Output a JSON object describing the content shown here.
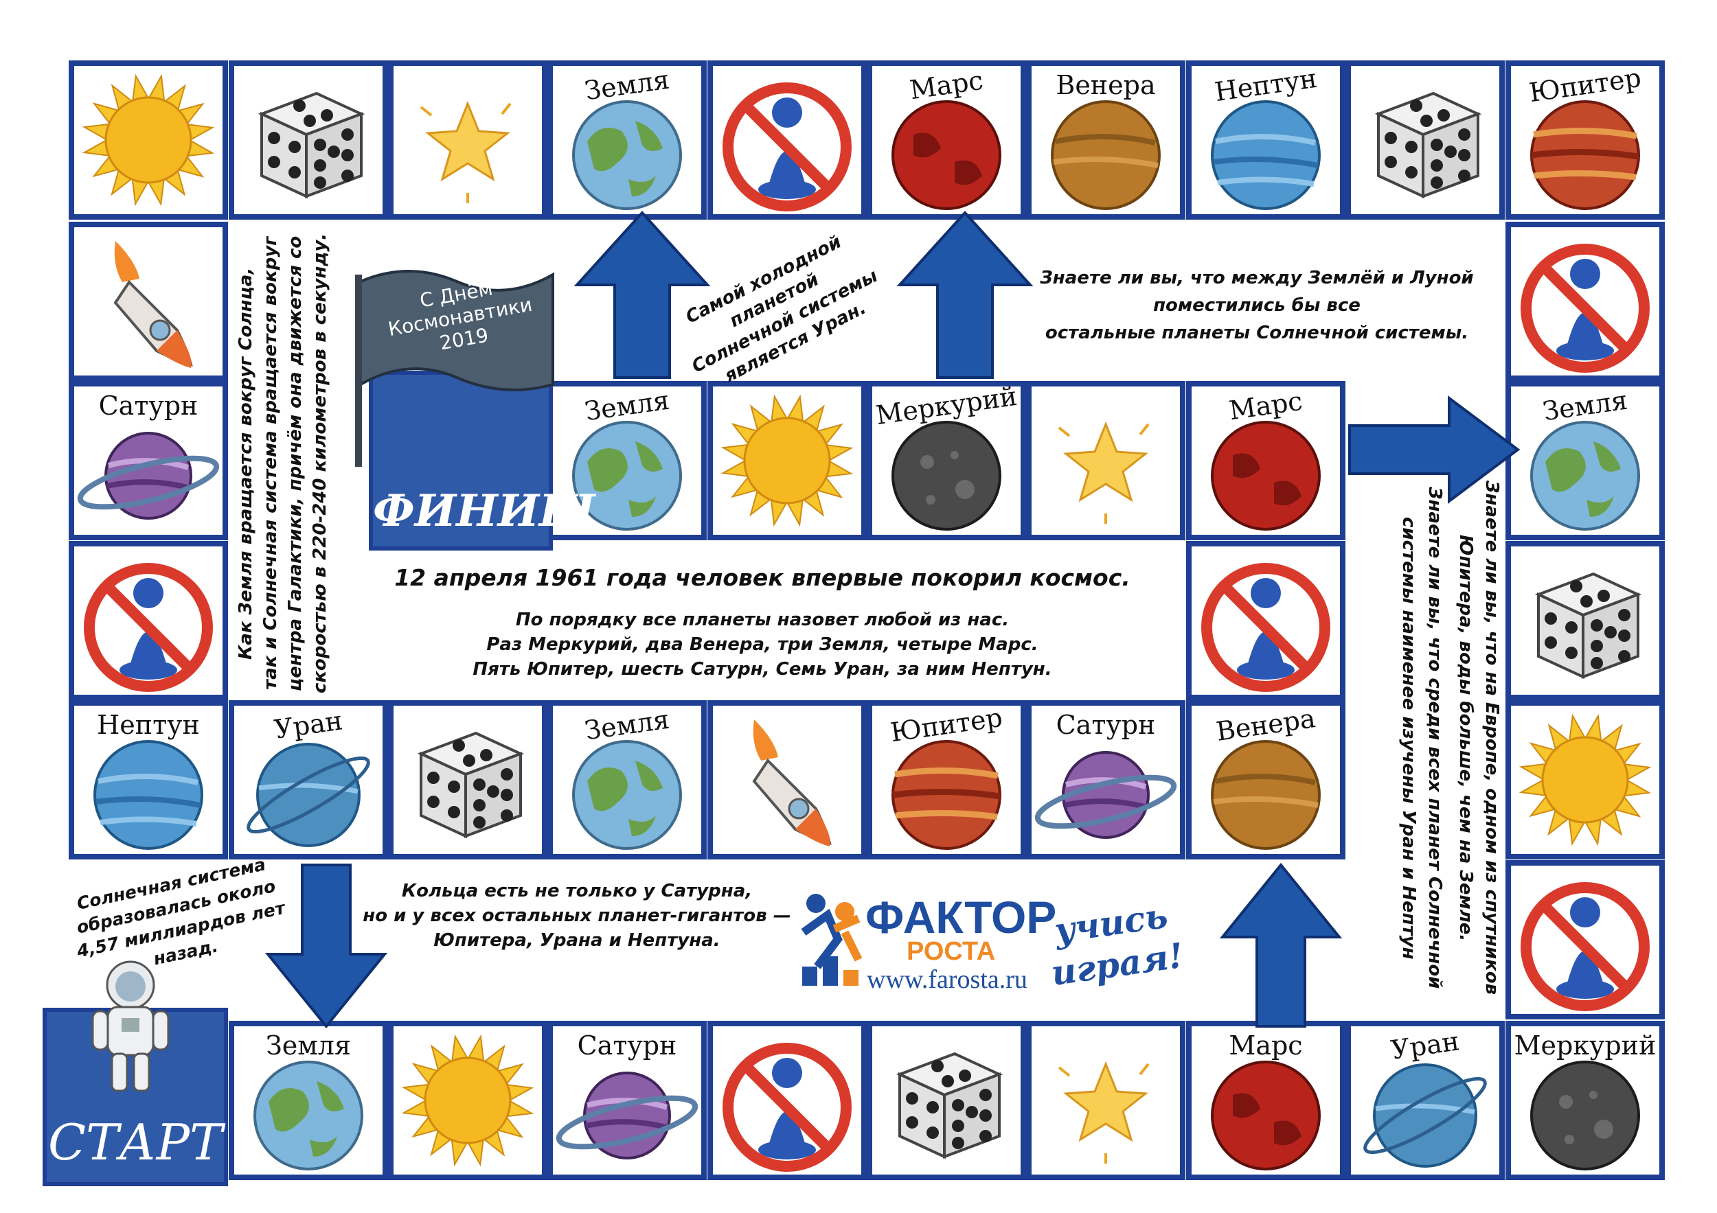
{
  "cells": {
    "zemlya": "Земля",
    "mars": "Марс",
    "venera": "Венера",
    "neptun": "Нептун",
    "yupiter": "Юпитер",
    "saturn": "Сатурн",
    "merkuriy": "Меркурий",
    "uran": "Уран"
  },
  "start_label": "СТАРТ",
  "finish_label": "ФИНИШ",
  "flag_text": "С Днём\nКосмонавтики\n2019",
  "facts": {
    "earth_rotation": "Как Земля вращается вокруг Солнца,\nтак и Солнечная система вращается вокруг\nцентра Галактики, причём она движется со\nскоростью в 220-240 километров в секунду.",
    "coldest_planet": "Самой холодной планетой\nСолнечной системы\nявляется Уран.",
    "earth_moon": "Знаете ли вы, что между Землёй и  Луной\nпоместились бы все\nостальные планеты  Солнечной системы.",
    "april_12": "12 апреля 1961 года человек впервые покорил космос.",
    "planets_rhyme": "По порядку все планеты назовет любой из нас.\nРаз Меркурий, два Венера, три Земля, четыре Марс.\nПять Юпитер, шесть Сатурн, Семь Уран, за ним Нептун.",
    "europa": "Знаете ли вы, что на Европе, одном из спутников\nЮпитера, воды больше, чем на Земле.",
    "uranus_neptune": "Знаете ли вы, что среди всех планет Солнечной\nсистемы наименее изучены Уран и Нептун",
    "solar_system_age": "Солнечная система\nобразовалась около\n4,57 миллиардов лет назад.",
    "rings": "Кольца есть не только у Сатурна,\nно и у всех остальных планет-гигантов —\nЮпитера, Урана и Нептуна."
  },
  "logo": {
    "brand_top": "ФАКТОР",
    "brand_bottom": "РОСТА",
    "url": "www.farosta.ru",
    "slogan_1": "учись",
    "slogan_2": "играя!"
  },
  "colors": {
    "border": "#1e3f93",
    "arrow": "#1f56a8",
    "panel": "#2f5aa8",
    "sun": "#f5b820",
    "earth_blue": "#7fb6dc",
    "earth_green": "#6ba04a",
    "mars": "#b8241c",
    "venus": "#b87a2a",
    "neptune": "#4f98cf",
    "jupiter": "#c3492b",
    "saturn": "#8a5fa8",
    "mercury": "#4a4a4a",
    "uranus": "#4d8fbf",
    "ban_red": "#d93a2b",
    "pawn_blue": "#2b58b4",
    "logo_blue": "#1f4ea0",
    "logo_orange": "#f08a24"
  }
}
